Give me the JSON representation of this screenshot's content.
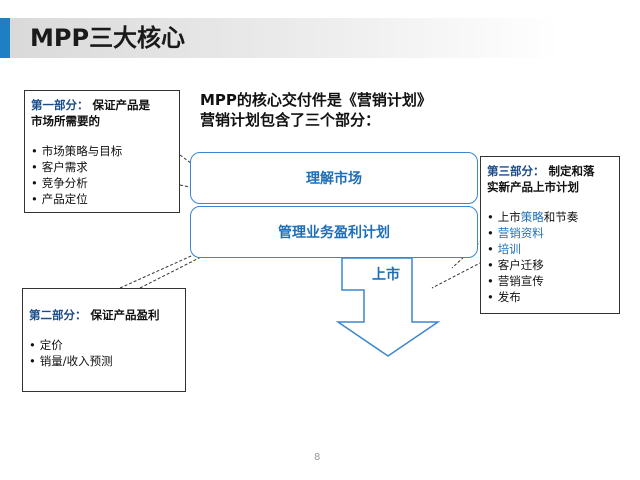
{
  "title": "MPP三大核心",
  "headline": {
    "line1": "MPP的核心交付件是《营销计划》",
    "line2": "营销计划包含了三个部分："
  },
  "flow": {
    "understand_market": "理解市场",
    "manage_profit_plan": "管理业务盈利计划",
    "launch": "上市"
  },
  "part1": {
    "lead": "第一部分：",
    "rest": "保证产品是",
    "line2": "市场所需要的",
    "items": [
      "市场策略与目标",
      "客户需求",
      "竞争分析",
      "产品定位"
    ]
  },
  "part2": {
    "lead": "第二部分：",
    "rest": "保证产品盈利",
    "items": [
      "定价",
      "销量/收入预测"
    ]
  },
  "part3": {
    "lead": "第三部分：",
    "rest": "制定和落",
    "line2": "实新产品上市计划",
    "items": [
      {
        "pre": "上市",
        "blue": "策略",
        "post": "和节奏"
      },
      {
        "pre": "",
        "blue": "营销资料",
        "post": ""
      },
      {
        "pre": "",
        "blue": "培训",
        "post": ""
      },
      {
        "pre": "客户迁移",
        "blue": "",
        "post": ""
      },
      {
        "pre": "营销宣传",
        "blue": "",
        "post": ""
      },
      {
        "pre": "发布",
        "blue": "",
        "post": ""
      }
    ]
  },
  "page_number": "8",
  "colors": {
    "accent": "#1e7fc2",
    "flow_border": "#3a86d0",
    "flow_text": "#1e6fb8",
    "head_text": "#1a4c8c"
  }
}
